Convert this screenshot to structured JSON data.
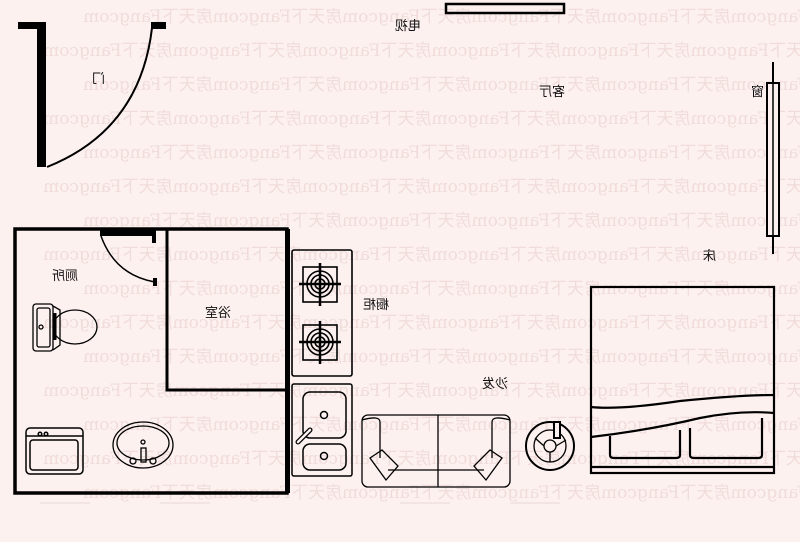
{
  "title": "Studio apartment floor plan (mirrored)",
  "colors": {
    "background": "#fdf1f0",
    "line": "#000000",
    "watermark": "#f1dedc"
  },
  "watermark": {
    "text": "房天下Fangcom房天下Fangcom房天下Fangcom"
  },
  "rooms": {
    "door": "门",
    "tv": "电视",
    "living_room": "客厅",
    "window": "窗",
    "bed": "床",
    "toilet_room": "厕所",
    "bathroom": "浴室",
    "cabinet": "橱柜",
    "sofa": "沙发"
  },
  "fixtures": [
    "entrance-door",
    "tv-stand",
    "window",
    "bed",
    "toilet",
    "bathroom-door",
    "bathtub",
    "washbasin",
    "gas-stove",
    "kitchen-sink",
    "two-seat-sofa",
    "round-chair"
  ]
}
